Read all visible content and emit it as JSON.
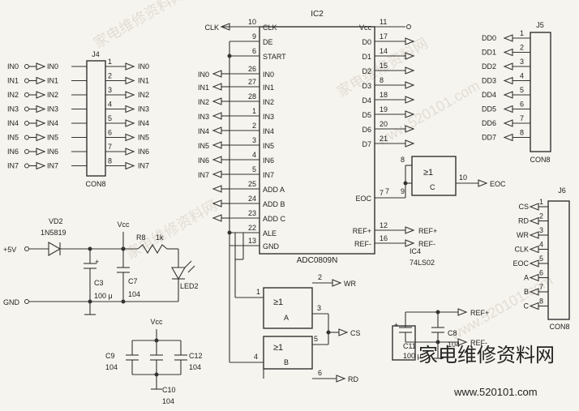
{
  "ic2": {
    "title": "IC2",
    "part": "ADC0809N",
    "left": [
      {
        "pin": "10",
        "name": "CLK"
      },
      {
        "pin": "9",
        "name": "DE"
      },
      {
        "pin": "6",
        "name": "START"
      },
      {
        "pin": "26",
        "name": "IN0"
      },
      {
        "pin": "27",
        "name": "IN1"
      },
      {
        "pin": "28",
        "name": "IN2"
      },
      {
        "pin": "1",
        "name": "IN3"
      },
      {
        "pin": "2",
        "name": "IN4"
      },
      {
        "pin": "3",
        "name": "IN5"
      },
      {
        "pin": "4",
        "name": "IN6"
      },
      {
        "pin": "5",
        "name": "IN7"
      },
      {
        "pin": "25",
        "name": "ADD A"
      },
      {
        "pin": "24",
        "name": "ADD B"
      },
      {
        "pin": "23",
        "name": "ADD C"
      },
      {
        "pin": "22",
        "name": "ALE"
      },
      {
        "pin": "13",
        "name": "GND"
      }
    ],
    "right": [
      {
        "pin": "11",
        "name": "Vcc"
      },
      {
        "pin": "17",
        "name": "D0"
      },
      {
        "pin": "14",
        "name": "D1"
      },
      {
        "pin": "15",
        "name": "D2"
      },
      {
        "pin": "8",
        "name": "D3"
      },
      {
        "pin": "18",
        "name": "D4"
      },
      {
        "pin": "19",
        "name": "D5"
      },
      {
        "pin": "20",
        "name": "D6"
      },
      {
        "pin": "21",
        "name": "D7"
      },
      {
        "pin": "7",
        "name": "EOC"
      },
      {
        "pin": "12",
        "name": "REF+"
      },
      {
        "pin": "16",
        "name": "REF-"
      }
    ],
    "ext_left": [
      "CLK",
      "IN0",
      "IN1",
      "IN2",
      "IN3",
      "IN4",
      "IN5",
      "IN6",
      "IN7"
    ],
    "ext_right": [
      "REF+",
      "REF-"
    ]
  },
  "j4": {
    "title": "J4",
    "part": "CON8",
    "inputs": [
      "IN0",
      "IN1",
      "IN2",
      "IN3",
      "IN4",
      "IN5",
      "IN6",
      "IN7"
    ],
    "pins": [
      "1",
      "2",
      "3",
      "4",
      "5",
      "6",
      "7",
      "8"
    ]
  },
  "j5": {
    "title": "J5",
    "part": "CON8",
    "signals": [
      "DD0",
      "DD1",
      "DD2",
      "DD3",
      "DD4",
      "DD5",
      "DD6",
      "DD7"
    ],
    "pins": [
      "1",
      "2",
      "3",
      "4",
      "5",
      "6",
      "7",
      "8"
    ]
  },
  "j6": {
    "title": "J6",
    "part": "CON8",
    "signals": [
      "CS",
      "RD",
      "WR",
      "CLK",
      "EOC",
      "A",
      "B",
      "C"
    ],
    "pins": [
      "1",
      "2",
      "3",
      "4",
      "5",
      "6",
      "7",
      "8"
    ]
  },
  "ic4": {
    "ref": "IC4",
    "part": "74LS02",
    "gate_symbol": "≥1",
    "gate_c": {
      "label": "C",
      "pins": [
        "8",
        "9",
        "10",
        "7"
      ],
      "out": "EOC"
    },
    "gate_a": {
      "label": "A",
      "pins": [
        "1",
        "2",
        "3"
      ],
      "out": "WR"
    },
    "gate_b": {
      "label": "B",
      "pins": [
        "4",
        "5",
        "6"
      ],
      "out": "RD"
    },
    "cs": "CS"
  },
  "power": {
    "vd2": "VD2",
    "diode": "1N5819",
    "plus5": "+5V",
    "gnd": "GND",
    "vcc": "Vcc",
    "r8": "R8",
    "r8v": "1k",
    "c3": "C3",
    "c3v": "100 μ",
    "c7": "C7",
    "c7v": "104",
    "led": "LED2",
    "plus": "+"
  },
  "decoup": {
    "vcc": "Vcc",
    "c9": "C9",
    "c9v": "104",
    "c12": "C12",
    "c12v": "104",
    "c10": "C10",
    "c10v": "104"
  },
  "ref": {
    "c11": "C11",
    "c11v": "100 μ",
    "c8": "C8",
    "c8v": "104",
    "refp": "REF+",
    "refm": "REF-",
    "plus": "+"
  },
  "watermark": {
    "text": "家电维修资料网",
    "url": "www.520101.com"
  }
}
